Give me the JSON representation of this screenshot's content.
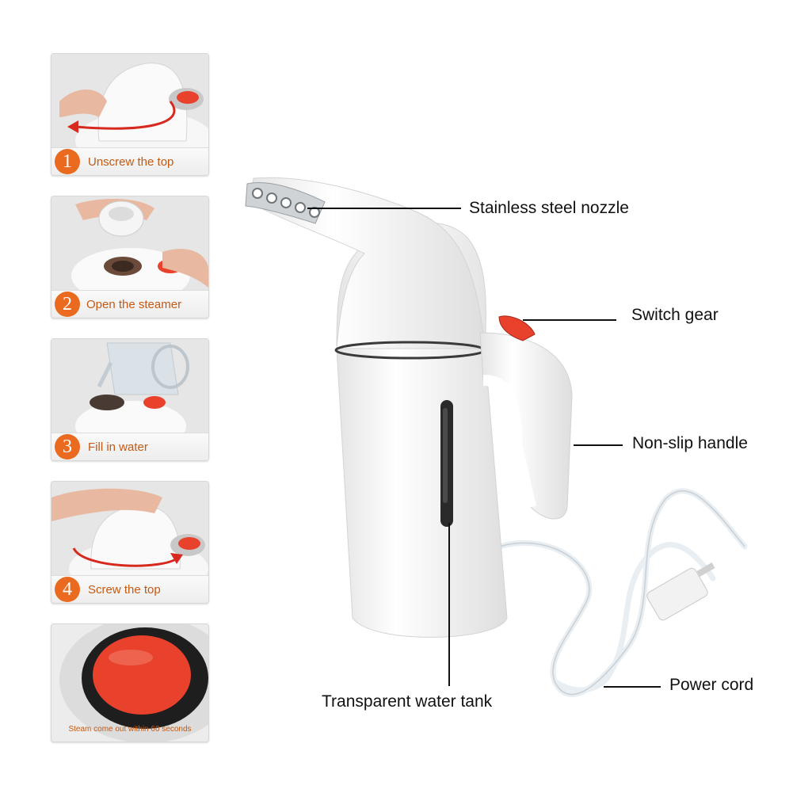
{
  "steps": [
    {
      "number": "1",
      "text": "Unscrew the top"
    },
    {
      "number": "2",
      "text": "Open the steamer"
    },
    {
      "number": "3",
      "text": "Fill in water"
    },
    {
      "number": "4",
      "text": "Screw the top"
    }
  ],
  "steam_note": "Steam come out within 60 seconds",
  "callouts": {
    "nozzle": "Stainless steel nozzle",
    "switch": "Switch gear",
    "handle": "Non-slip handle",
    "tank": "Transparent water tank",
    "cord": "Power cord"
  },
  "colors": {
    "accent": "#ea6a20",
    "switch_red": "#e8412c",
    "body": "#f4f4f4"
  }
}
